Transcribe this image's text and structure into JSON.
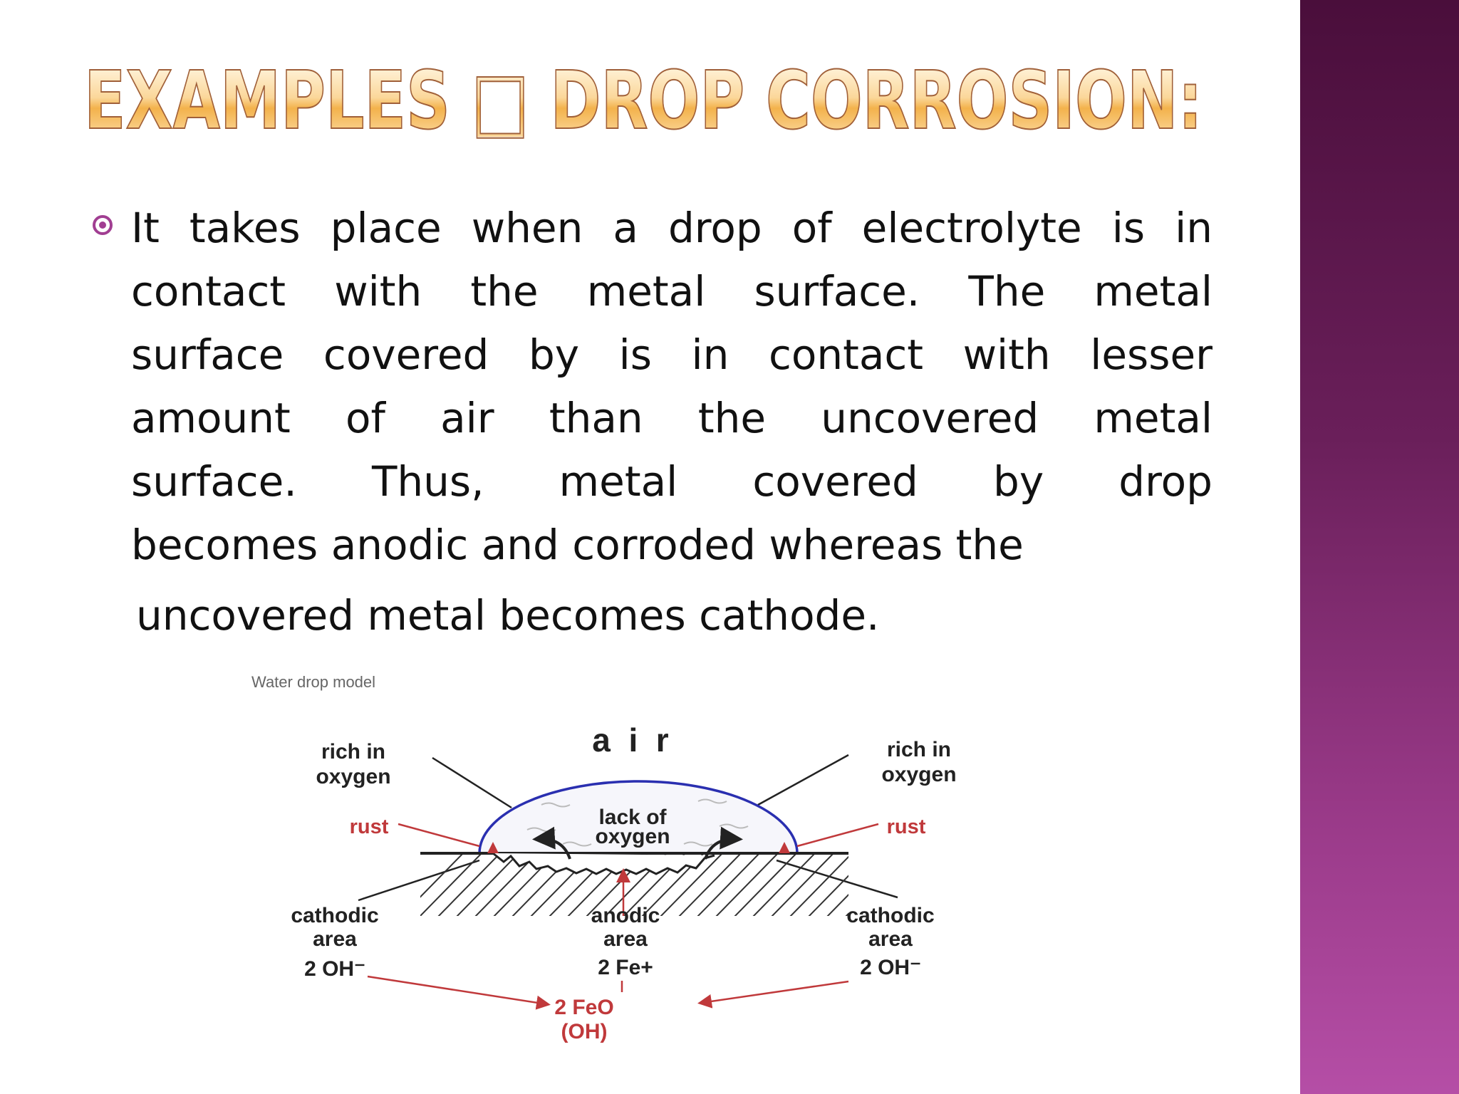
{
  "slide": {
    "title": "EXAMPLES □ DROP CORROSION:",
    "bullet_icon": "circle-bullet-icon",
    "body_lines": [
      "It takes place when a drop of electrolyte is in",
      "contact with the metal surface. The metal",
      "surface covered by is in contact with lesser",
      "amount of air than the uncovered metal",
      "surface. Thus, metal covered by drop",
      "becomes anodic and corroded whereas the",
      "uncovered metal becomes cathode."
    ]
  },
  "diagram": {
    "caption": "Water drop model",
    "air": "a  i  r",
    "rich_left": [
      "rich in",
      "oxygen"
    ],
    "rich_right": [
      "rich in",
      "oxygen"
    ],
    "rust_left": "rust",
    "rust_right": "rust",
    "lack": [
      "lack of",
      "oxygen"
    ],
    "cathodic_left": [
      "cathodic",
      "area",
      "2 OH⁻"
    ],
    "anodic": [
      "anodic",
      "area",
      "2 Fe+"
    ],
    "cathodic_right": [
      "cathodic",
      "area",
      "2 OH⁻"
    ],
    "product": [
      "2 FeO",
      "(OH)"
    ]
  },
  "colors": {
    "accent": "#a13e92",
    "rust": "#c0393b",
    "drop": "#2a2fb0",
    "title": "#f3b24c"
  }
}
